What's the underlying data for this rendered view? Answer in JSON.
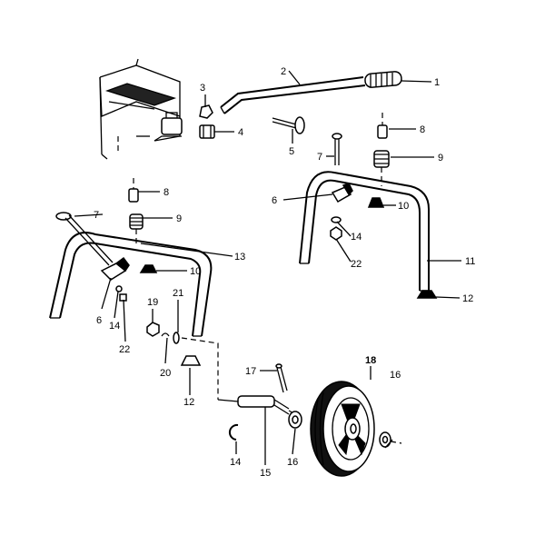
{
  "callouts": [
    {
      "id": "c1",
      "text": "1"
    },
    {
      "id": "c2",
      "text": "2"
    },
    {
      "id": "c3",
      "text": "3"
    },
    {
      "id": "c4",
      "text": "4"
    },
    {
      "id": "c5",
      "text": "5"
    },
    {
      "id": "c6a",
      "text": "6"
    },
    {
      "id": "c6b",
      "text": "6"
    },
    {
      "id": "c7a",
      "text": "7"
    },
    {
      "id": "c7b",
      "text": "7"
    },
    {
      "id": "c8a",
      "text": "8"
    },
    {
      "id": "c8b",
      "text": "8"
    },
    {
      "id": "c9a",
      "text": "9"
    },
    {
      "id": "c9b",
      "text": "9"
    },
    {
      "id": "c10a",
      "text": "10"
    },
    {
      "id": "c10b",
      "text": "10"
    },
    {
      "id": "c11",
      "text": "11"
    },
    {
      "id": "c12a",
      "text": "12"
    },
    {
      "id": "c12b",
      "text": "12"
    },
    {
      "id": "c13",
      "text": "13"
    },
    {
      "id": "c14a",
      "text": "14"
    },
    {
      "id": "c14b",
      "text": "14"
    },
    {
      "id": "c14c",
      "text": "14"
    },
    {
      "id": "c15",
      "text": "15"
    },
    {
      "id": "c16a",
      "text": "16"
    },
    {
      "id": "c16b",
      "text": "16"
    },
    {
      "id": "c17",
      "text": "17"
    },
    {
      "id": "c18",
      "text": "18"
    },
    {
      "id": "c19",
      "text": "19"
    },
    {
      "id": "c20",
      "text": "20"
    },
    {
      "id": "c21",
      "text": "21"
    },
    {
      "id": "c22a",
      "text": "22"
    },
    {
      "id": "c22b",
      "text": "22"
    }
  ]
}
